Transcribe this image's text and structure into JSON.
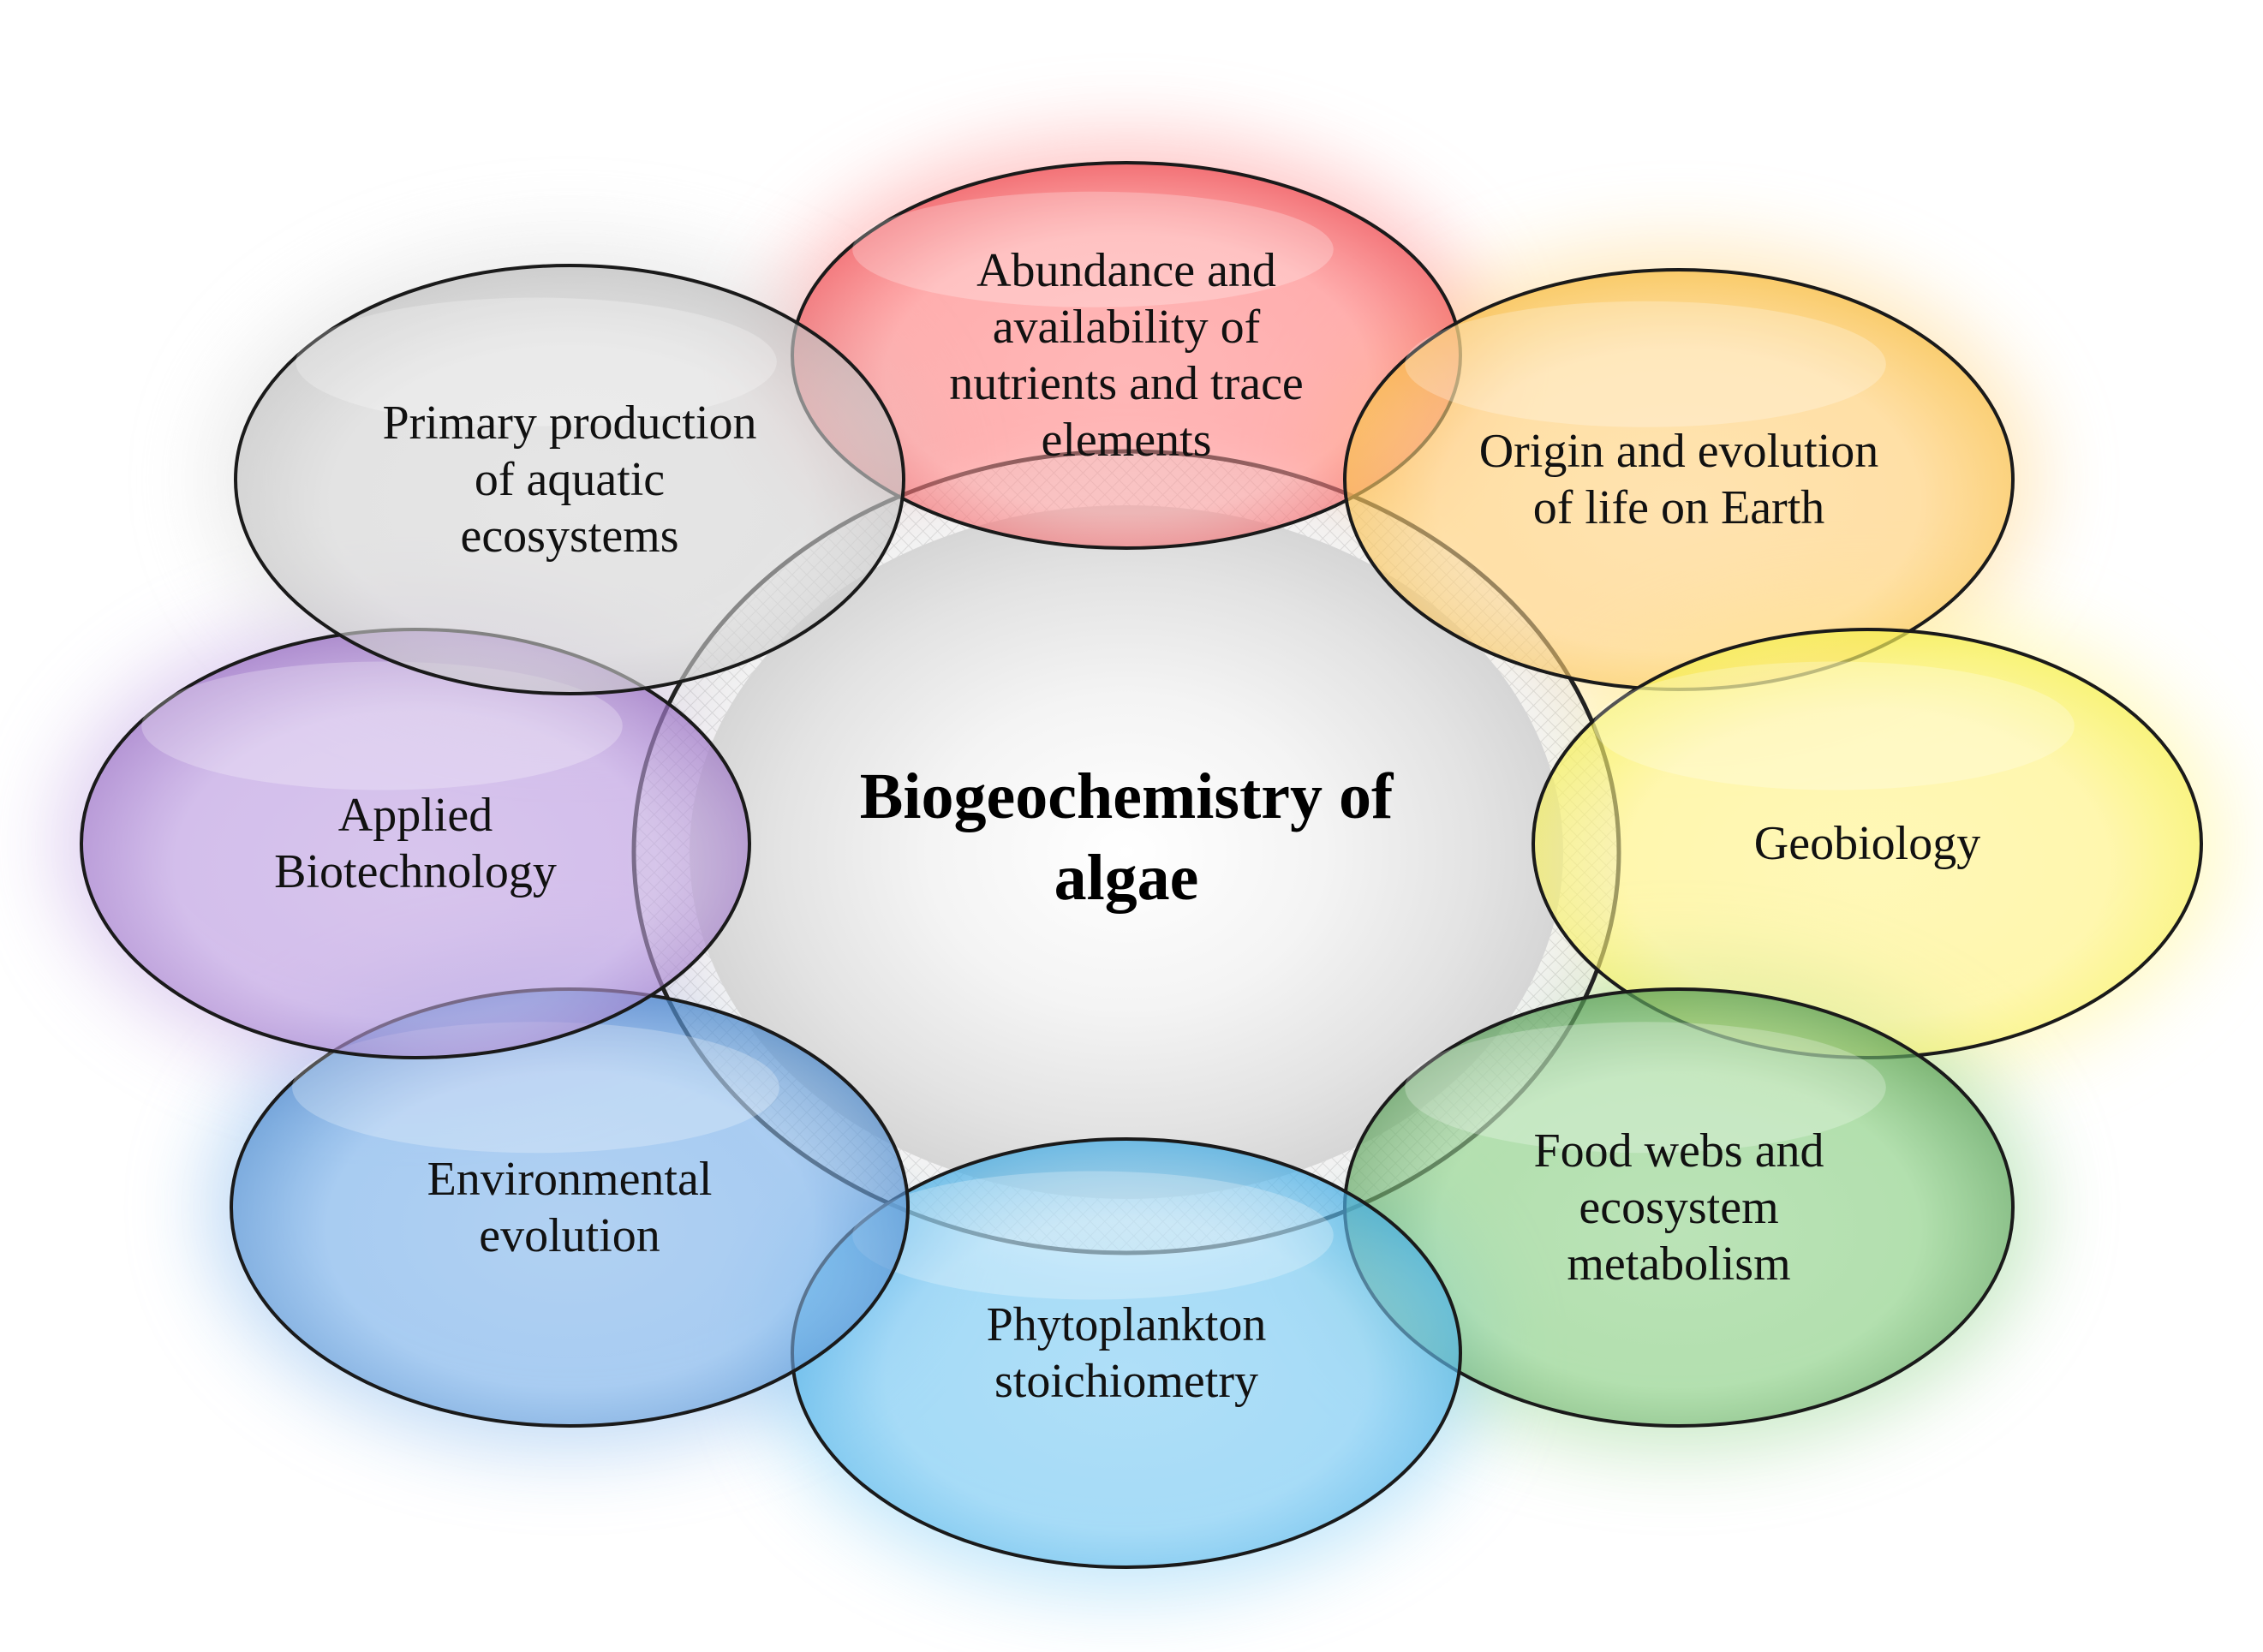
{
  "diagram": {
    "center": {
      "lines": [
        "Biogeochemistry of",
        "algae"
      ]
    },
    "nodes": [
      {
        "id": "nutrients",
        "lines": [
          "Abundance and",
          "availability  of",
          "nutrients and trace",
          "elements"
        ],
        "color": "#e8323a",
        "glow": "#ff9a9a"
      },
      {
        "id": "origin",
        "lines": [
          "Origin  and evolution",
          "of life on Earth"
        ],
        "color": "#f5b52a",
        "glow": "#ffd890"
      },
      {
        "id": "geobiology",
        "lines": [
          "Geobiology"
        ],
        "color": "#f2ef3a",
        "glow": "#fff59a"
      },
      {
        "id": "food-webs",
        "lines": [
          "Food webs and",
          "ecosystem",
          "metabolism"
        ],
        "color": "#3f8a3f",
        "glow": "#9fd89a"
      },
      {
        "id": "phytoplankton",
        "lines": [
          "Phytoplankton",
          "stoichiometry"
        ],
        "color": "#2aa0e0",
        "glow": "#8fd2f5"
      },
      {
        "id": "environmental",
        "lines": [
          "Environmental",
          "evolution"
        ],
        "color": "#2f74c0",
        "glow": "#92bfee"
      },
      {
        "id": "biotechnology",
        "lines": [
          "Applied",
          "Biotechnology"
        ],
        "color": "#8a5bb8",
        "glow": "#c8aee6"
      },
      {
        "id": "primary-production",
        "lines": [
          "Primary production",
          "of aquatic",
          "ecosystems"
        ],
        "color": "#b8b8b8",
        "glow": "#dcdcdc"
      }
    ]
  }
}
